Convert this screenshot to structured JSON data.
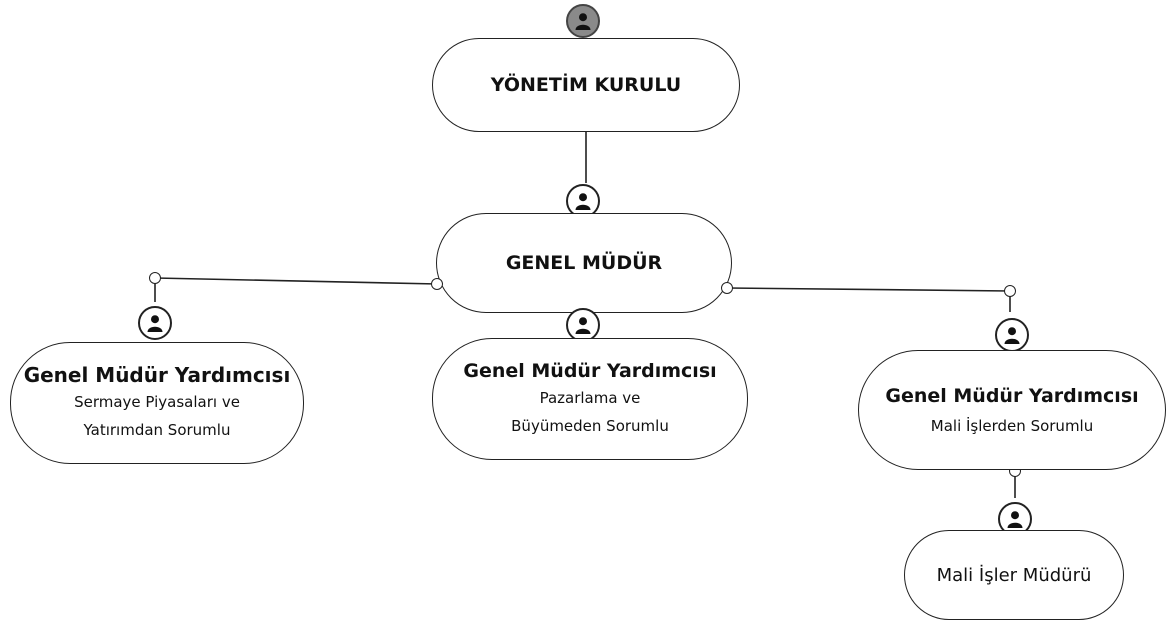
{
  "nodes": {
    "board": {
      "title": "YÖNETİM KURULU"
    },
    "gm": {
      "title": "GENEL MÜDÜR"
    },
    "gmy_left": {
      "title": "Genel Müdür Yardımcısı",
      "line1": "Sermaye Piyasaları ve",
      "line2": "Yatırımdan Sorumlu"
    },
    "gmy_center": {
      "title": "Genel Müdür Yardımcısı",
      "line1": "Pazarlama ve",
      "line2": "Büyümeden Sorumlu"
    },
    "gmy_right": {
      "title": "Genel Müdür Yardımcısı",
      "line1": "Mali İşlerden Sorumlu"
    },
    "finance_manager": {
      "title": "Mali İşler Müdürü"
    }
  },
  "icons": {
    "person": "user-icon"
  }
}
